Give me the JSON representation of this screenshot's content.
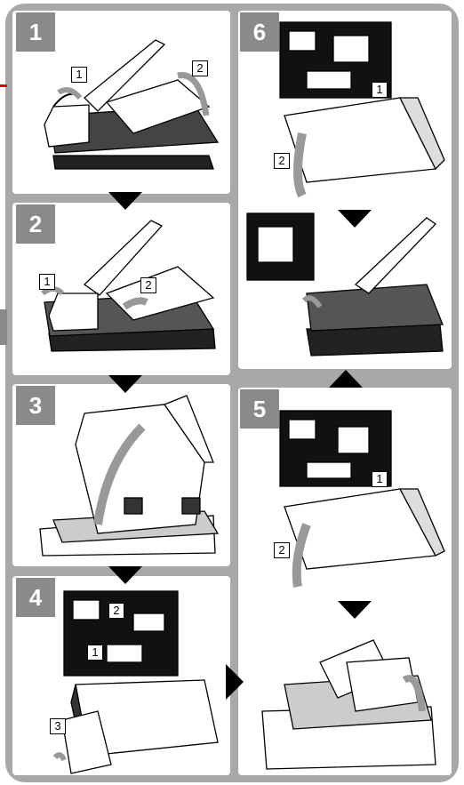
{
  "steps": [
    {
      "number": "1",
      "labels": [
        "1",
        "2"
      ]
    },
    {
      "number": "2",
      "labels": [
        "1",
        "2"
      ]
    },
    {
      "number": "3",
      "labels": []
    },
    {
      "number": "4",
      "labels": [
        "2",
        "1",
        "3"
      ]
    },
    {
      "number": "5",
      "labels": [
        "1",
        "2"
      ]
    },
    {
      "number": "6",
      "labels": [
        "1",
        "2"
      ]
    }
  ],
  "colors": {
    "frame": "#9a9a9a",
    "panel": "#ffffff",
    "badge": "#8a8a8a",
    "arrow": "#000000",
    "accent": "#e00000"
  },
  "icons": [
    "down-arrow-icon",
    "up-arrow-icon",
    "right-arrow-icon",
    "curved-arrow-icon"
  ]
}
